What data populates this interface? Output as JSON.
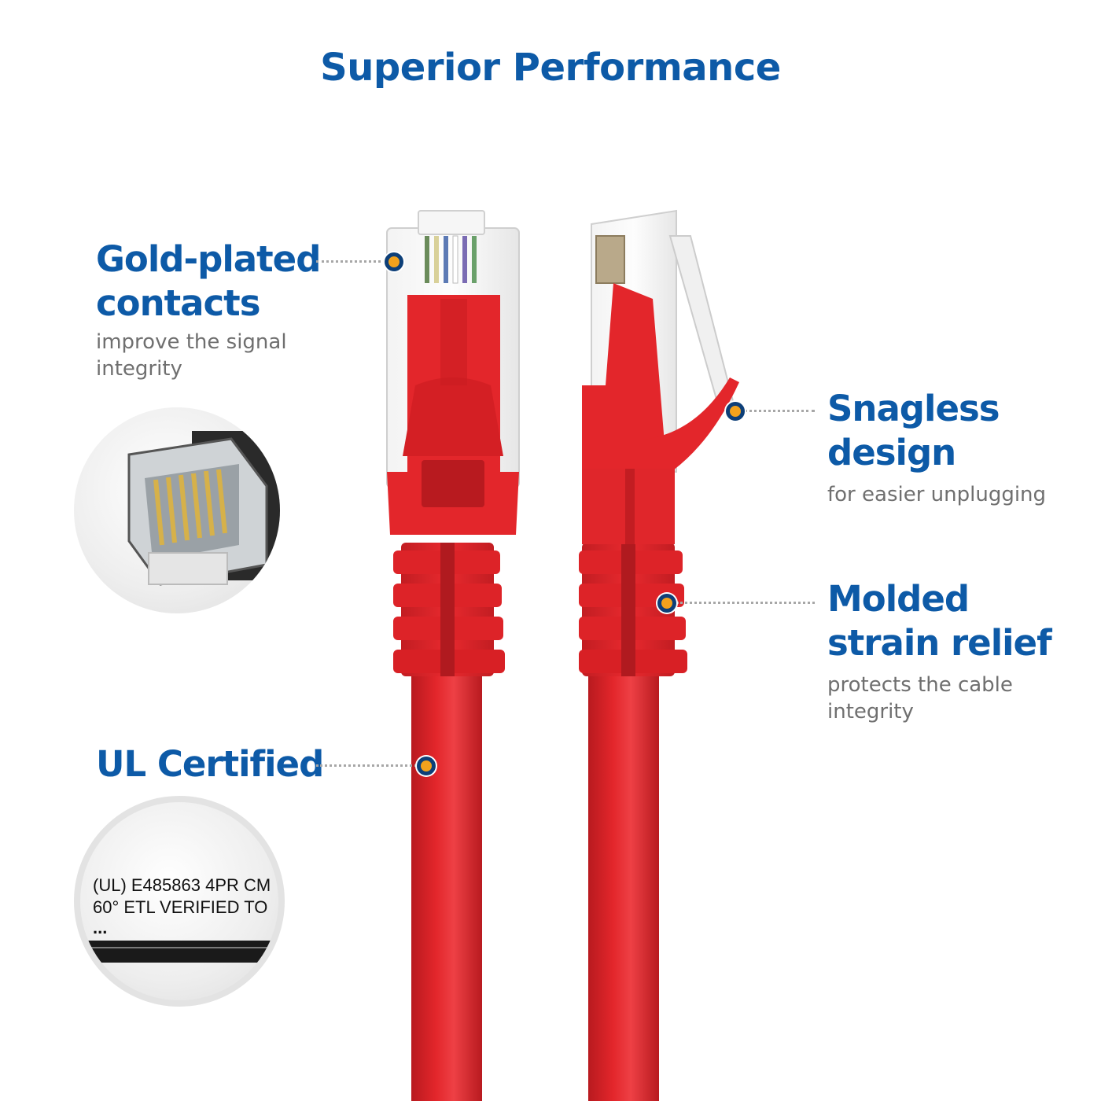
{
  "title": "Superior Performance",
  "features": {
    "gold_contacts": {
      "heading_line1": "Gold-plated",
      "heading_line2": "contacts",
      "sub_line1": "improve the signal",
      "sub_line2": "integrity"
    },
    "snagless": {
      "heading_line1": "Snagless",
      "heading_line2": "design",
      "sub_line1": "for easier unplugging"
    },
    "strain_relief": {
      "heading_line1": "Molded",
      "heading_line2": "strain relief",
      "sub_line1": "protects the cable",
      "sub_line2": "integrity"
    },
    "ul_certified": {
      "heading": "UL Certified"
    }
  },
  "ul_label": {
    "line1": "(UL) E485863 4PR CM",
    "line2": "60°  ETL VERIFIED TO",
    "line3": "..."
  },
  "colors": {
    "brand_blue": "#0d5aa7",
    "cable_red": "#e3262b",
    "pin_orange": "#f3a21c"
  }
}
